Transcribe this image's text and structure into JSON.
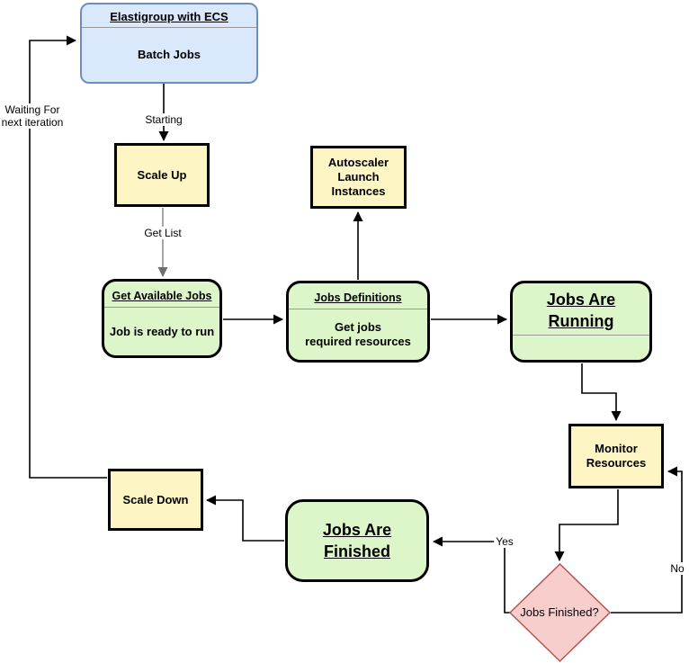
{
  "colors": {
    "blue_fill": "#dae8fc",
    "blue_border": "#6c8ebf",
    "yellow_fill": "#fdf5c4",
    "green_fill": "#ddf6c9",
    "red_fill": "#f8cecc",
    "red_border": "#b85450",
    "node_border": "#000000",
    "divider": "#999999",
    "edge": "#000000",
    "edge_gray": "#8f8f8f"
  },
  "nodes": {
    "start": {
      "title": "Elastigroup with ECS",
      "body": "Batch Jobs"
    },
    "scale_up": {
      "label": "Scale Up"
    },
    "autoscaler": {
      "line1": "Autoscaler",
      "line2": "Launch",
      "line3": "Instances"
    },
    "get_available_jobs": {
      "title": "Get Available Jobs",
      "body": "Job is ready to run"
    },
    "jobs_definitions": {
      "title": "Jobs Definitions",
      "body_line1": "Get jobs",
      "body_line2": "required resources"
    },
    "jobs_are_running": {
      "title_line1": "Jobs Are",
      "title_line2": "Running"
    },
    "monitor_resources": {
      "line1": "Monitor",
      "line2": "Resources"
    },
    "decision": {
      "label": "Jobs Finished?"
    },
    "jobs_are_finished": {
      "title_line1": "Jobs Are",
      "title_line2": "Finished"
    },
    "scale_down": {
      "label": "Scale Down"
    }
  },
  "edge_labels": {
    "starting": "Starting",
    "get_list": "Get List",
    "waiting_line1": "Waiting For",
    "waiting_line2": "next iteration",
    "yes": "Yes",
    "no": "No"
  }
}
